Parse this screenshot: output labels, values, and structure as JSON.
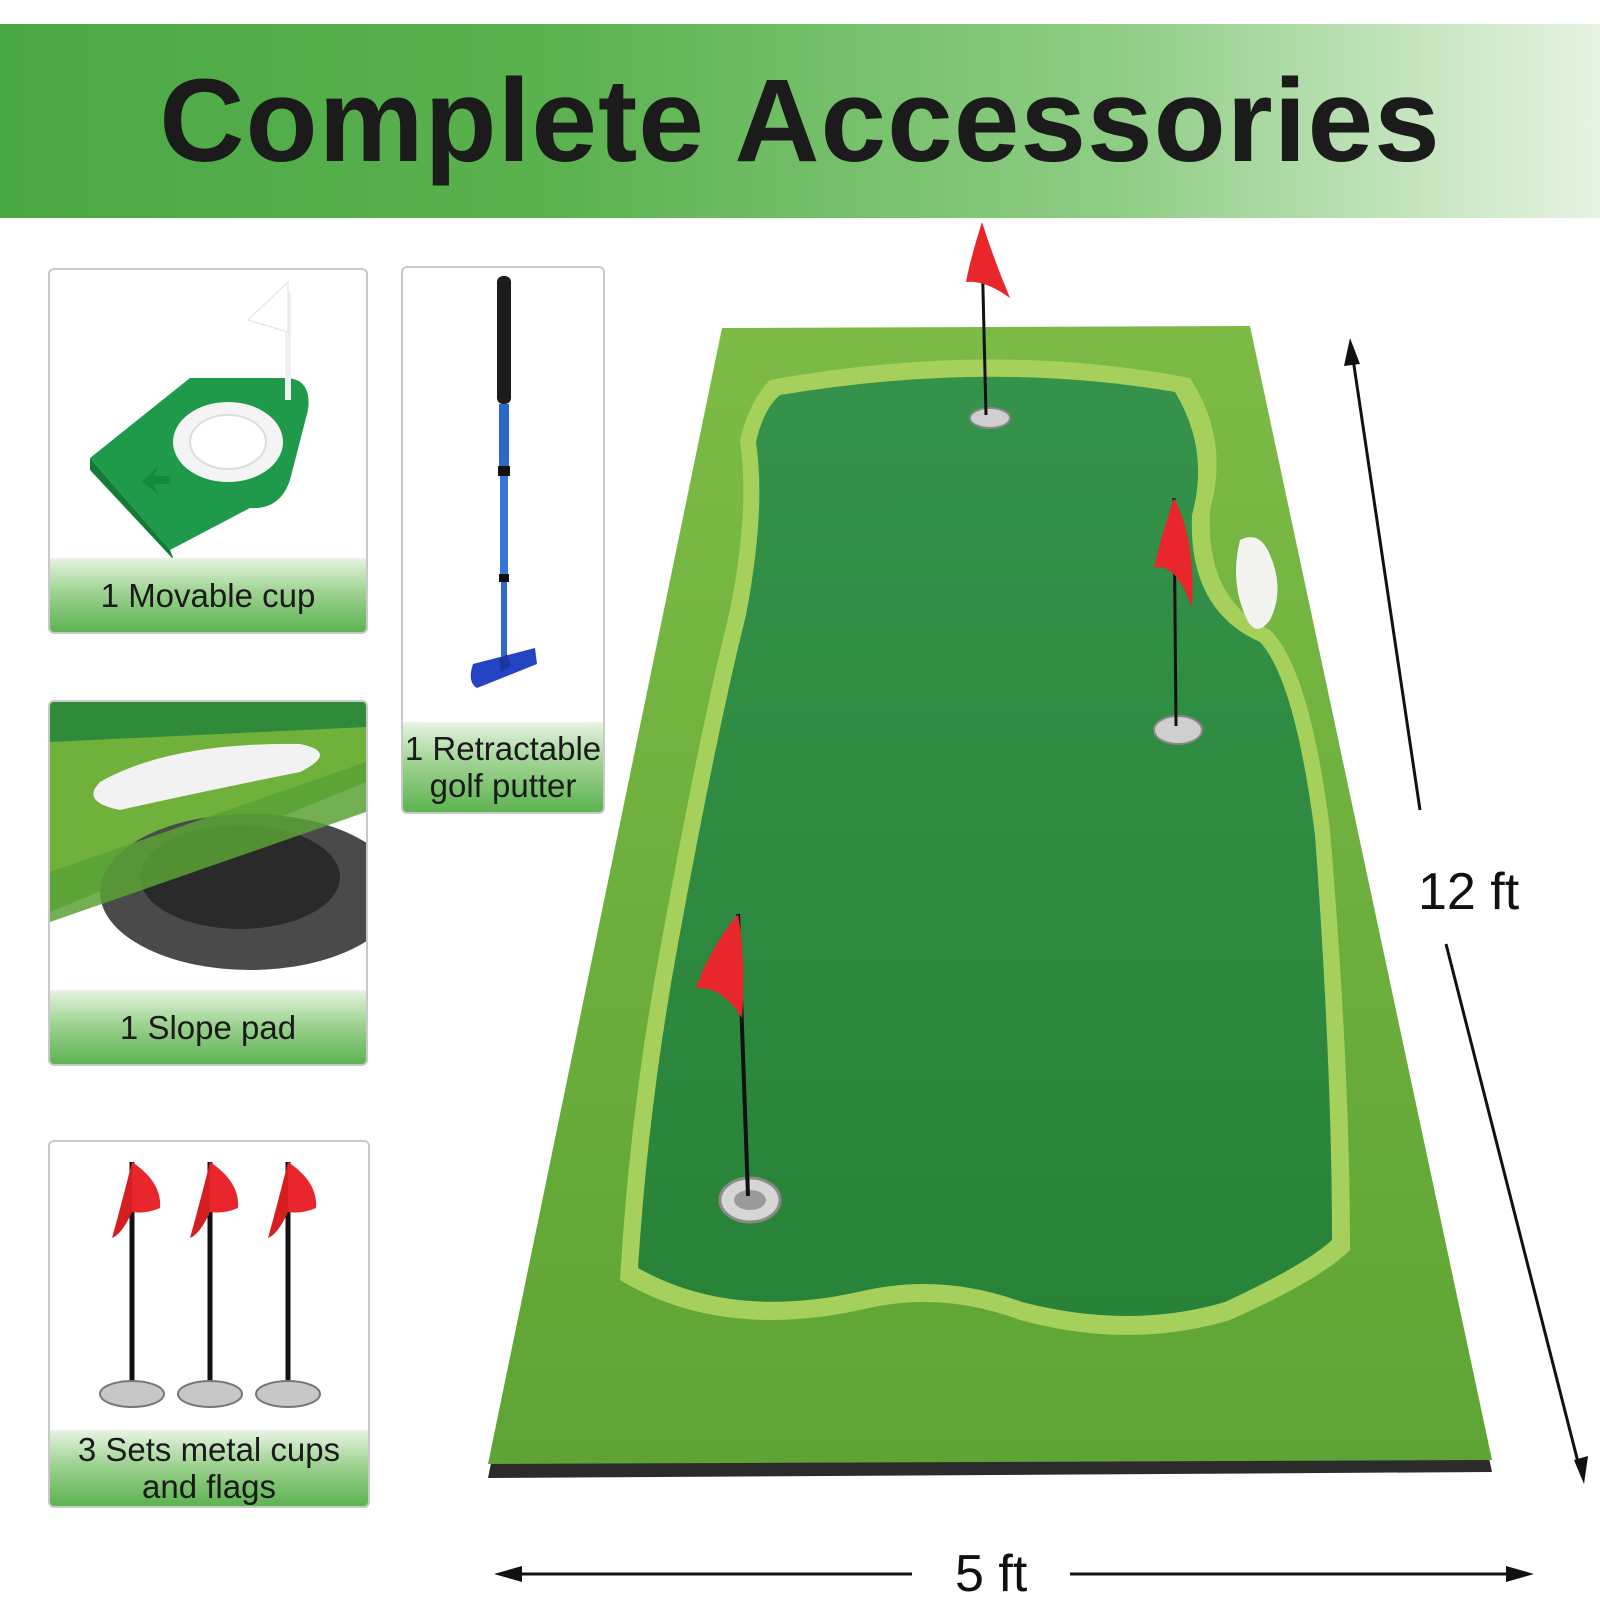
{
  "banner": {
    "title": "Complete Accessories"
  },
  "accessories": [
    {
      "id": "cup",
      "label": "1 Movable cup"
    },
    {
      "id": "putter",
      "label_line1": "1 Retractable",
      "label_line2": "golf putter"
    },
    {
      "id": "slope",
      "label": "1 Slope pad"
    },
    {
      "id": "flags",
      "label_line1": "3 Sets metal cups",
      "label_line2": "and flags"
    }
  ],
  "dimensions": {
    "length": "12 ft",
    "width": "5 ft"
  },
  "colors": {
    "banner_green": "#4aa844",
    "turf": "#6fae3a",
    "putting_green": "#2d8a3f",
    "flag_red": "#e8262b"
  }
}
